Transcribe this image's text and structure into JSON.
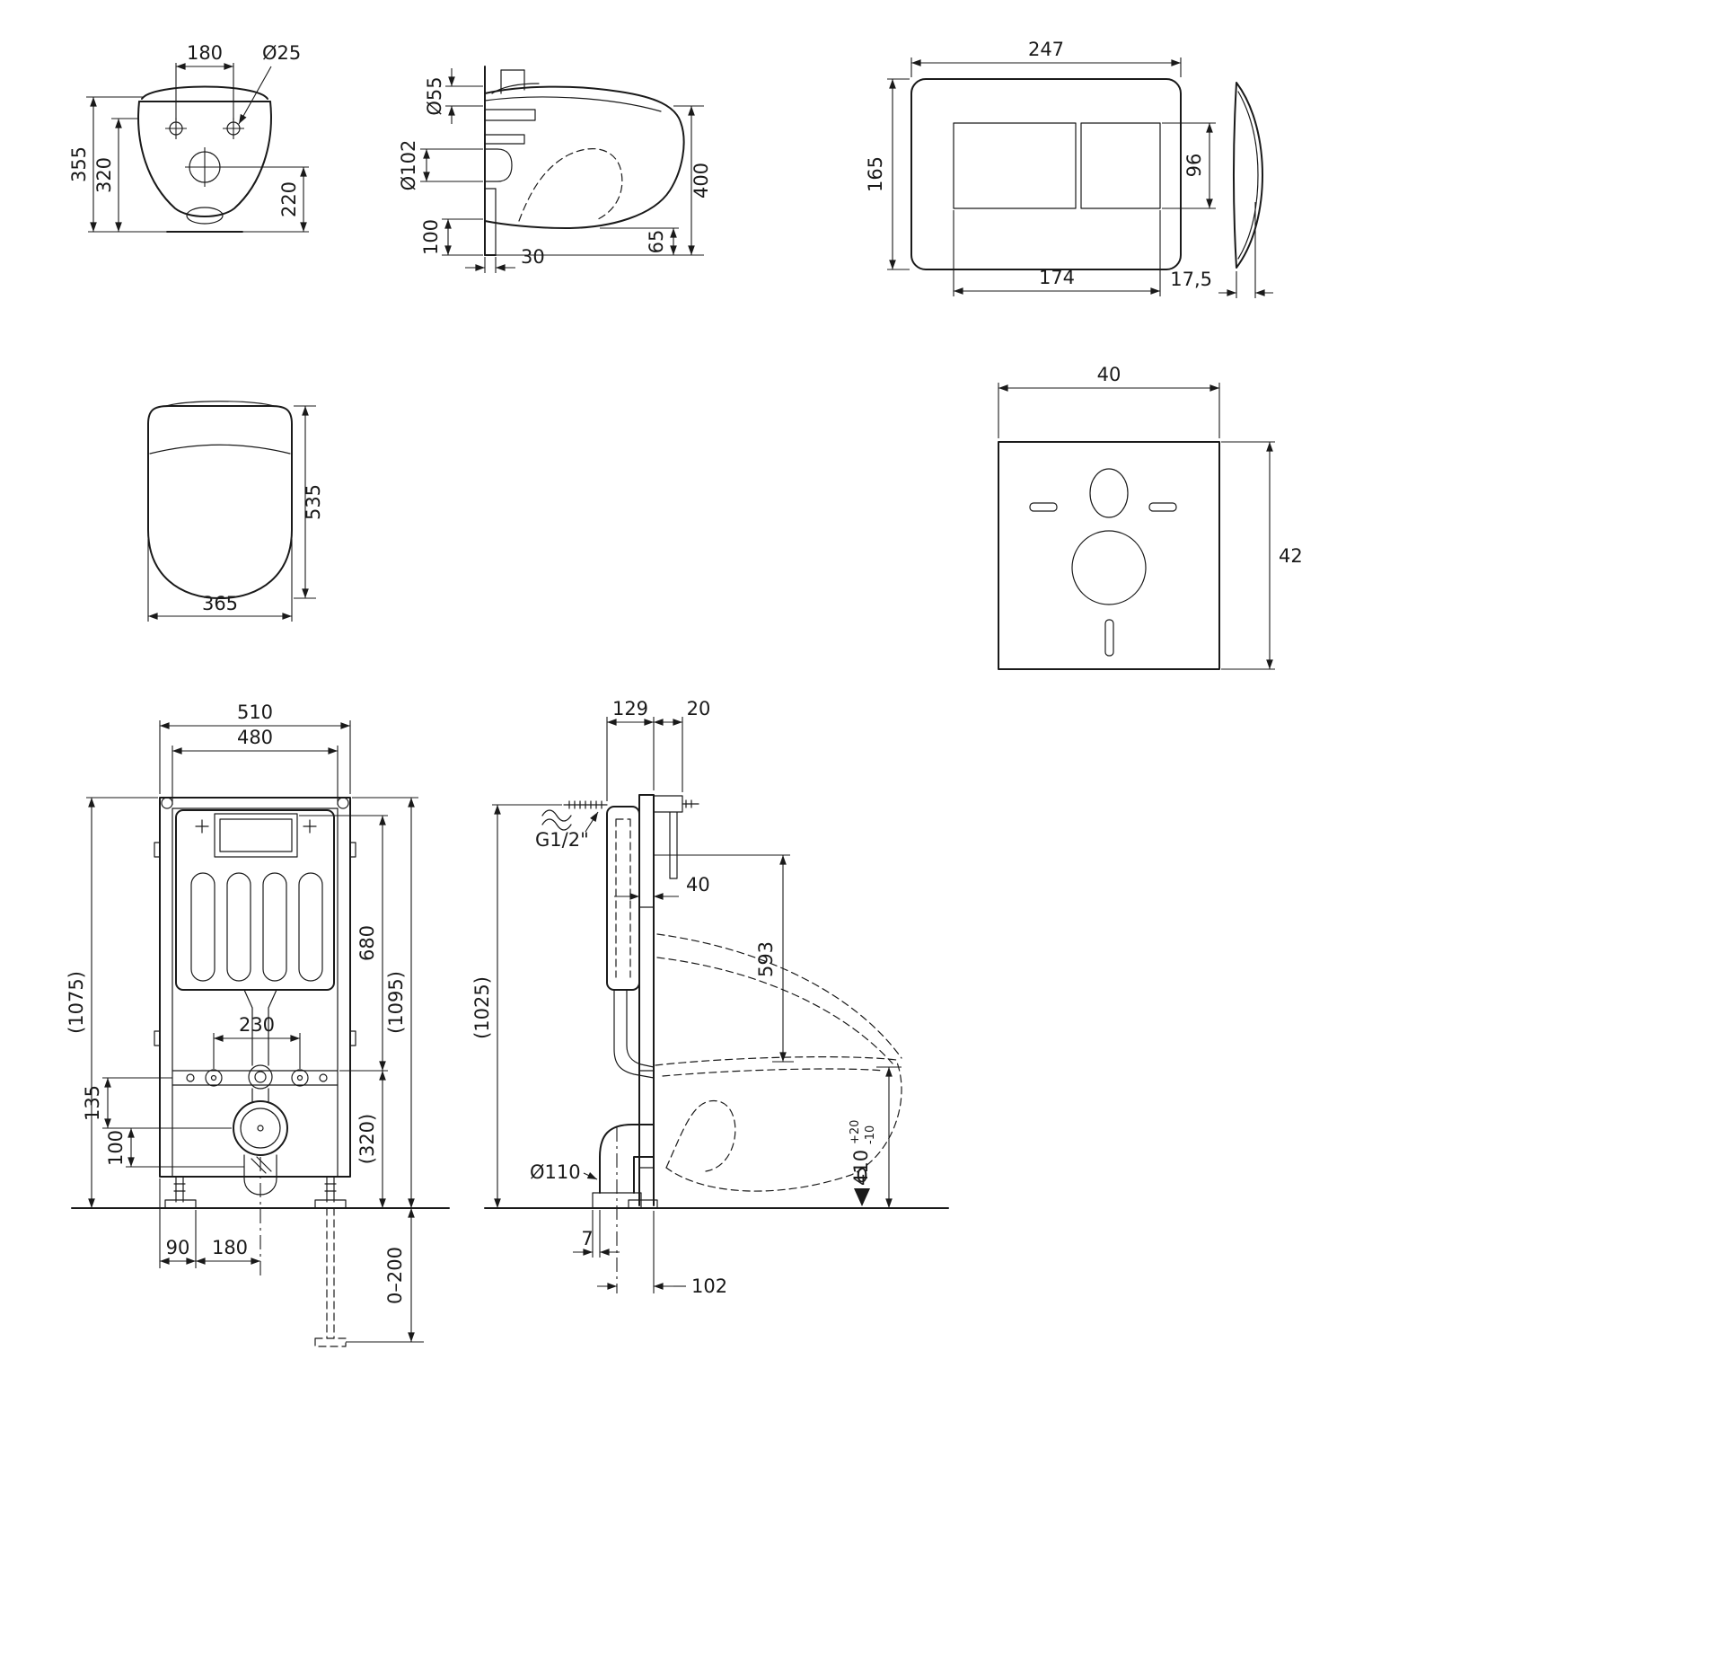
{
  "drawing": {
    "background": "#ffffff",
    "ink": "#1a1a1a",
    "toilet_front": {
      "hole_spacing": "180",
      "hole_dia": "Ø25",
      "height_total": "355",
      "height_rim": "320",
      "height_outlet": "220"
    },
    "toilet_side": {
      "inlet_dia": "Ø55",
      "outlet_dia": "Ø102",
      "length": "400",
      "outlet_bottom": "65",
      "bottom_gap": "100",
      "wall_gap": "30"
    },
    "flush_plate": {
      "width": "247",
      "height": "165",
      "button_height": "96",
      "buttons_width": "174",
      "thickness": "17,5"
    },
    "seat_top": {
      "depth": "535",
      "width": "365"
    },
    "sound_pad": {
      "width": "40",
      "height": "42"
    },
    "frame_front": {
      "width_outer": "510",
      "width_inner": "480",
      "height_frame": "(1075)",
      "height_cistern": "680",
      "height_total": "(1095)",
      "fixing_spacing": "230",
      "offset_135": "135",
      "offset_100": "100",
      "height_lower": "(320)",
      "offset_90": "90",
      "offset_180": "180",
      "foot_adjust": "0–200"
    },
    "frame_side": {
      "depth": "129",
      "wall_offset": "20",
      "water_connection": "G1/2\"",
      "rail_depth": "40",
      "cistern_to_rim": "593",
      "height": "(1025)",
      "drain_dia": "Ø110",
      "rim_height": "410",
      "rim_tol_plus": "+20",
      "rim_tol_minus": "-10",
      "datum": "0",
      "drain_offset": "7",
      "drain_distance": "102"
    }
  }
}
